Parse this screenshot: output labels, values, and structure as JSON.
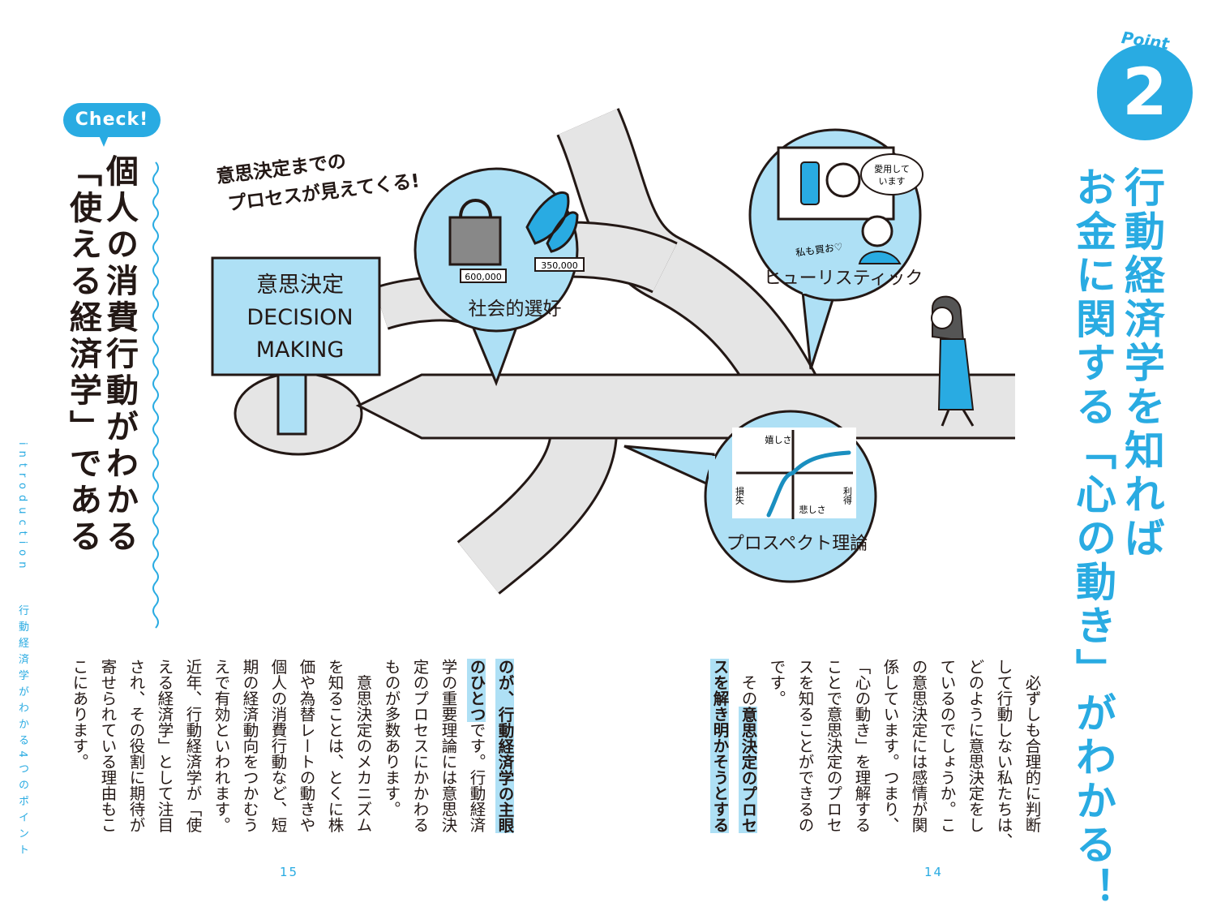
{
  "left_page": {
    "check_badge": "Check!",
    "heading_lines": [
      "個人の消費行動がわかる",
      "「使える経済学」である"
    ],
    "side_label_en": "introduction",
    "side_label_jp": "行動経済学がわかる4つのポイント",
    "body_lines": [
      [
        {
          "t": "のが、",
          "hl": true
        },
        {
          "t": "行動経済学の主眼",
          "hl": true
        }
      ],
      [
        {
          "t": "のひとつ",
          "hl": true
        },
        {
          "t": "です。行動経済",
          "hl": false
        }
      ],
      [
        {
          "t": "学の重要理論には意思決",
          "hl": false
        }
      ],
      [
        {
          "t": "定のプロセスにかかわる",
          "hl": false
        }
      ],
      [
        {
          "t": "ものが多数あります。",
          "hl": false
        }
      ],
      [
        {
          "t": "　意思決定のメカニズム",
          "hl": false
        }
      ],
      [
        {
          "t": "を知ることは、とくに株",
          "hl": false
        }
      ],
      [
        {
          "t": "価や為替レートの動きや",
          "hl": false
        }
      ],
      [
        {
          "t": "個人の消費行動など、短",
          "hl": false
        }
      ],
      [
        {
          "t": "期の経済動向をつかむう",
          "hl": false
        }
      ],
      [
        {
          "t": "えで有効といわれます。",
          "hl": false
        }
      ],
      [
        {
          "t": "近年、行動経済学が「使",
          "hl": false
        }
      ],
      [
        {
          "t": "える経済学」として注目",
          "hl": false
        }
      ],
      [
        {
          "t": "され、その役割に期待が",
          "hl": false
        }
      ],
      [
        {
          "t": "寄せられている理由もこ",
          "hl": false
        }
      ],
      [
        {
          "t": "こにあります。",
          "hl": false
        }
      ]
    ],
    "page_number": "15"
  },
  "right_page": {
    "point_label": "Point",
    "point_number": "2",
    "heading_lines": [
      "行動経済学を知れば",
      "お金に関する「心の動き」がわかる！"
    ],
    "body_lines": [
      [
        {
          "t": "　必ずしも合理的に判断",
          "hl": false
        }
      ],
      [
        {
          "t": "して行動しない私たちは、",
          "hl": false
        }
      ],
      [
        {
          "t": "どのように意思決定をし",
          "hl": false
        }
      ],
      [
        {
          "t": "ているのでしょうか。こ",
          "hl": false
        }
      ],
      [
        {
          "t": "の意思決定には感情が関",
          "hl": false
        }
      ],
      [
        {
          "t": "係しています。つまり、",
          "hl": false
        }
      ],
      [
        {
          "t": "「心の動き」を理解する",
          "hl": false
        }
      ],
      [
        {
          "t": "ことで意思決定のプロセ",
          "hl": false
        }
      ],
      [
        {
          "t": "スを知ることができるの",
          "hl": false
        }
      ],
      [
        {
          "t": "です。",
          "hl": false
        }
      ],
      [
        {
          "t": "　その",
          "hl": false
        },
        {
          "t": "意思決定のプロセ",
          "hl": true
        }
      ],
      [
        {
          "t": "スを解き明かそうとする",
          "hl": true
        }
      ]
    ],
    "page_number": "14"
  },
  "illustration": {
    "caption_lines": [
      "意思決定までの",
      "プロセスが見えてくる!"
    ],
    "sign_lines": [
      "意思決定",
      "DECISION",
      "MAKING"
    ],
    "social_preference": {
      "label": "社会的選好",
      "price_bag": "600,000",
      "price_shoes": "350,000"
    },
    "heuristic": {
      "label": "ヒューリスティック",
      "speech_lines": [
        "愛用して",
        "います"
      ],
      "murmur": "私も買お♡"
    },
    "prospect": {
      "label": "プロスペクト理論",
      "axis_up": "嬉しさ",
      "axis_down": "悲しさ",
      "axis_left": "損失",
      "axis_right": "利得"
    }
  },
  "colors": {
    "accent": "#29abe2",
    "light_blue": "#aee0f5",
    "road": "#e5e5e5"
  }
}
